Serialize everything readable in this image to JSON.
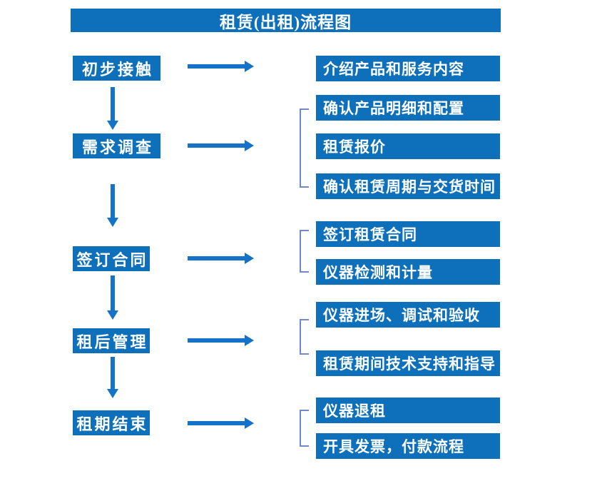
{
  "title": "租赁(出租)流程图",
  "colors": {
    "box_blue": "#0e70ba",
    "arrow_blue": "#1472c8",
    "bracket_blue": "#6e89c8",
    "text_white": "#ffffff",
    "background": "#ffffff"
  },
  "steps": [
    {
      "label": "初步接触",
      "outputs": [
        "介绍产品和服务内容"
      ]
    },
    {
      "label": "需求调查",
      "outputs": [
        "确认产品明细和配置",
        "租赁报价",
        "确认租赁周期与交货时间"
      ]
    },
    {
      "label": "签订合同",
      "outputs": [
        "签订租赁合同",
        "仪器检测和计量"
      ]
    },
    {
      "label": "租后管理",
      "outputs": [
        "仪器进场、调试和验收",
        "租赁期间技术支持和指导"
      ]
    },
    {
      "label": "租期结束",
      "outputs": [
        "仪器退租",
        "开具发票，付款流程"
      ]
    }
  ]
}
